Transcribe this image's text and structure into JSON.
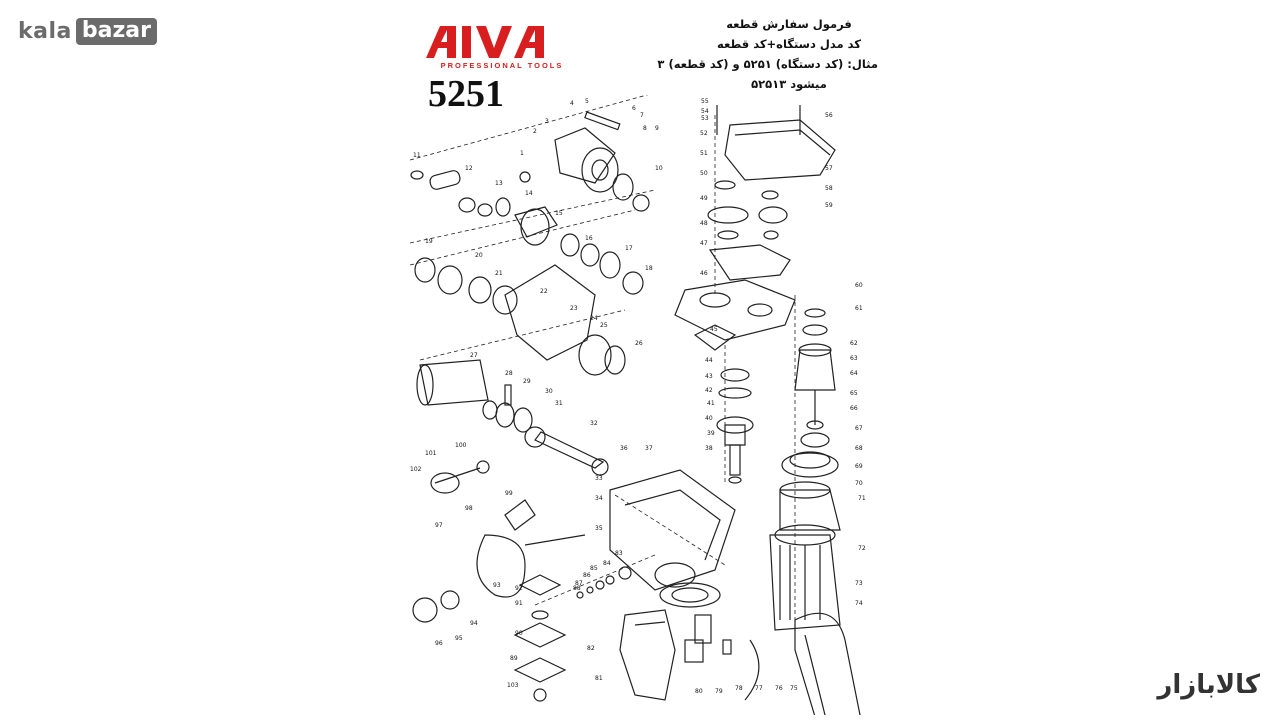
{
  "watermark": {
    "word1": "kala",
    "word2": "bazar"
  },
  "brand": {
    "name": "AIVA",
    "tagline": "PROFESSIONAL TOOLS",
    "color": "#d81e1e"
  },
  "model_number": "5251",
  "instructions": {
    "line1": "فرمول سفارش قطعه",
    "line2": "کد مدل دستگاه+کد قطعه",
    "line3": "مثال: (کد دستگاه) ۵۲۵۱ و (کد قطعه) ۳",
    "line4": "میشود ۵۲۵۱۳"
  },
  "bottom_logo": "کالابازار",
  "part_labels": [
    {
      "t": "1"
    },
    {
      "t": "2"
    },
    {
      "t": "3"
    },
    {
      "t": "4"
    },
    {
      "t": "5"
    },
    {
      "t": "6"
    },
    {
      "t": "7"
    },
    {
      "t": "8"
    },
    {
      "t": "9"
    },
    {
      "t": "10"
    },
    {
      "t": "11"
    },
    {
      "t": "12"
    },
    {
      "t": "13"
    },
    {
      "t": "14"
    },
    {
      "t": "15"
    },
    {
      "t": "16"
    },
    {
      "t": "17"
    },
    {
      "t": "18"
    },
    {
      "t": "19"
    },
    {
      "t": "20"
    },
    {
      "t": "21"
    },
    {
      "t": "22"
    },
    {
      "t": "23"
    },
    {
      "t": "24"
    },
    {
      "t": "25"
    },
    {
      "t": "26"
    },
    {
      "t": "27"
    },
    {
      "t": "28"
    },
    {
      "t": "29"
    },
    {
      "t": "30"
    },
    {
      "t": "31"
    },
    {
      "t": "32"
    },
    {
      "t": "33"
    },
    {
      "t": "34"
    },
    {
      "t": "35"
    },
    {
      "t": "36"
    },
    {
      "t": "37"
    },
    {
      "t": "38"
    },
    {
      "t": "39"
    },
    {
      "t": "40"
    },
    {
      "t": "41"
    },
    {
      "t": "42"
    },
    {
      "t": "43"
    },
    {
      "t": "44"
    },
    {
      "t": "45"
    },
    {
      "t": "46"
    },
    {
      "t": "47"
    },
    {
      "t": "48"
    },
    {
      "t": "49"
    },
    {
      "t": "50"
    },
    {
      "t": "51"
    },
    {
      "t": "52"
    },
    {
      "t": "53"
    },
    {
      "t": "54"
    },
    {
      "t": "55"
    },
    {
      "t": "56"
    },
    {
      "t": "57"
    },
    {
      "t": "58"
    },
    {
      "t": "59"
    },
    {
      "t": "60"
    },
    {
      "t": "61"
    },
    {
      "t": "62"
    },
    {
      "t": "63"
    },
    {
      "t": "64"
    },
    {
      "t": "65"
    },
    {
      "t": "66"
    },
    {
      "t": "67"
    },
    {
      "t": "68"
    },
    {
      "t": "69"
    },
    {
      "t": "70"
    },
    {
      "t": "71"
    },
    {
      "t": "72"
    },
    {
      "t": "73"
    },
    {
      "t": "74"
    },
    {
      "t": "75"
    },
    {
      "t": "76"
    },
    {
      "t": "77"
    },
    {
      "t": "78"
    },
    {
      "t": "79"
    },
    {
      "t": "80"
    },
    {
      "t": "81"
    },
    {
      "t": "82"
    },
    {
      "t": "83"
    },
    {
      "t": "84"
    },
    {
      "t": "85"
    },
    {
      "t": "86"
    },
    {
      "t": "87"
    },
    {
      "t": "88"
    },
    {
      "t": "89"
    },
    {
      "t": "90"
    },
    {
      "t": "91"
    },
    {
      "t": "92"
    },
    {
      "t": "93"
    },
    {
      "t": "94"
    },
    {
      "t": "95"
    },
    {
      "t": "96"
    },
    {
      "t": "97"
    },
    {
      "t": "98"
    },
    {
      "t": "99"
    },
    {
      "t": "100"
    },
    {
      "t": "101"
    },
    {
      "t": "102"
    },
    {
      "t": "103"
    }
  ]
}
